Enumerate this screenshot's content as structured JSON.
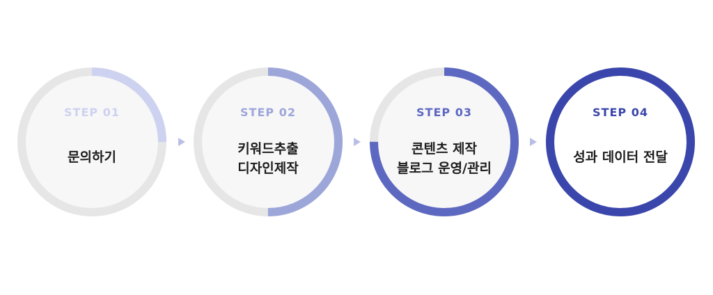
{
  "steps": [
    {
      "label": "STEP 01",
      "title_lines": [
        "문의하기"
      ],
      "progress": 0.25,
      "color": "#cdd2f0"
    },
    {
      "label": "STEP 02",
      "title_lines": [
        "키워드추출",
        "디자인제작"
      ],
      "progress": 0.5,
      "color": "#9da6d9"
    },
    {
      "label": "STEP 03",
      "title_lines": [
        "콘텐츠 제작",
        "블로그 운영/관리"
      ],
      "progress": 0.75,
      "color": "#5d68c1"
    },
    {
      "label": "STEP 04",
      "title_lines": [
        "성과 데이터 전달"
      ],
      "progress": 1.0,
      "color": "#3a46ab"
    }
  ],
  "colors": {
    "track": "#e6e6e6",
    "inner_fill": "#f7f7f8",
    "arrow": "#b9bfe4",
    "title_text": "#1c1c1c"
  }
}
